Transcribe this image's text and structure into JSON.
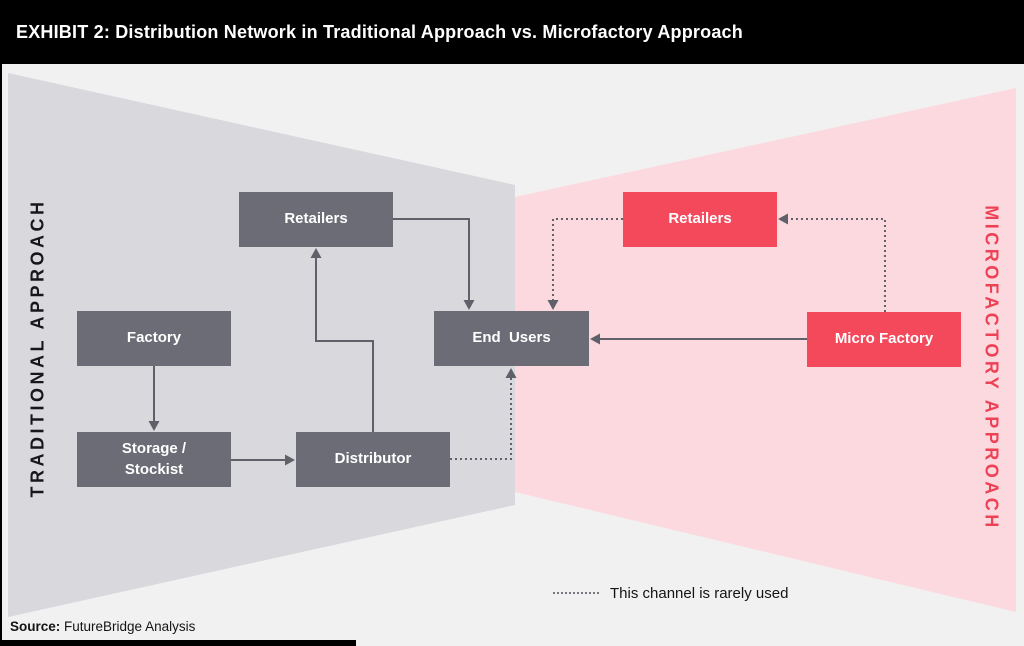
{
  "header": {
    "title": "EXHIBIT 2: Distribution Network in Traditional Approach vs. Microfactory Approach"
  },
  "panels": {
    "traditional": {
      "label": "TRADITIONAL APPROACH",
      "color": "#d9d9dd"
    },
    "microfactory": {
      "label": "MICROFACTORY APPROACH",
      "color": "#fcd9de"
    }
  },
  "nodes": {
    "trad_retailers": {
      "label": "Retailers"
    },
    "factory": {
      "label": "Factory"
    },
    "storage": {
      "label": "Storage /\nStockist"
    },
    "distributor": {
      "label": "Distributor"
    },
    "end_users": {
      "label": "End  Users"
    },
    "micro_retailers": {
      "label": "Retailers"
    },
    "micro_factory": {
      "label": "Micro Factory"
    }
  },
  "edges": [
    {
      "from": "Factory",
      "to": "Storage / Stockist",
      "style": "solid"
    },
    {
      "from": "Storage / Stockist",
      "to": "Distributor",
      "style": "solid"
    },
    {
      "from": "Distributor",
      "to": "Retailers (traditional)",
      "style": "solid"
    },
    {
      "from": "Retailers (traditional)",
      "to": "End Users",
      "style": "solid"
    },
    {
      "from": "Distributor",
      "to": "End Users",
      "style": "dotted"
    },
    {
      "from": "Micro Factory",
      "to": "End Users",
      "style": "solid"
    },
    {
      "from": "Micro Factory",
      "to": "Retailers (microfactory)",
      "style": "dotted"
    },
    {
      "from": "Retailers (microfactory)",
      "to": "End Users",
      "style": "dotted"
    }
  ],
  "legend": {
    "symbol": "dotted-line",
    "text": "This channel is rarely used"
  },
  "footer": {
    "source_label": "Source:",
    "source_text": " FutureBridge Analysis"
  },
  "colors": {
    "header_bg": "#000000",
    "box_gray": "#6b6c75",
    "box_red": "#f4495b",
    "panel_gray": "#d9d9dd",
    "panel_pink": "#fcd9de",
    "connector": "#5f6069",
    "right_label_red": "#ee4155",
    "background": "#f1f1f2"
  }
}
